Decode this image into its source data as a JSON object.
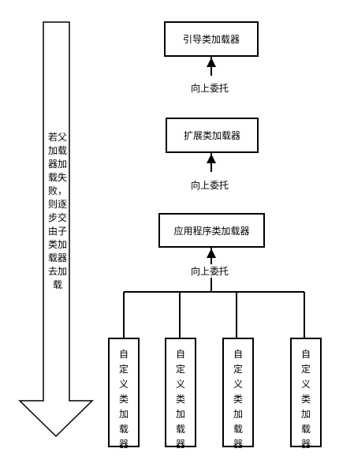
{
  "diagram": {
    "side_note": "若父加载器加载失败，则逐步交由子类加载器去加载",
    "nodes": {
      "bootstrap": "引导类加载器",
      "extension": "扩展类加载器",
      "application": "应用程序类加载器",
      "custom": [
        "自定义类加载器",
        "自定义类加载器",
        "自定义类加载器",
        "自定义类加载器"
      ]
    },
    "edges": [
      {
        "from": "custom",
        "to": "application",
        "label": "向上委托"
      },
      {
        "from": "application",
        "to": "extension",
        "label": "向上委托"
      },
      {
        "from": "extension",
        "to": "bootstrap",
        "label": "向上委托"
      }
    ]
  }
}
